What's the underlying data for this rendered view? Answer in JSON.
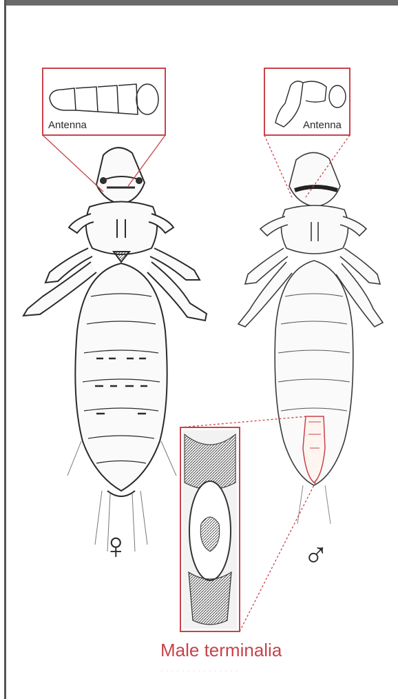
{
  "figure": {
    "female_antenna_label": "Antenna",
    "male_antenna_label": "Antenna",
    "female_symbol": "♀",
    "male_symbol": "♂",
    "terminalia_label": "Male terminalia"
  },
  "colors": {
    "callout": "#c8424a",
    "ink": "#2a2a2a",
    "frame": "#5a5a5a"
  }
}
